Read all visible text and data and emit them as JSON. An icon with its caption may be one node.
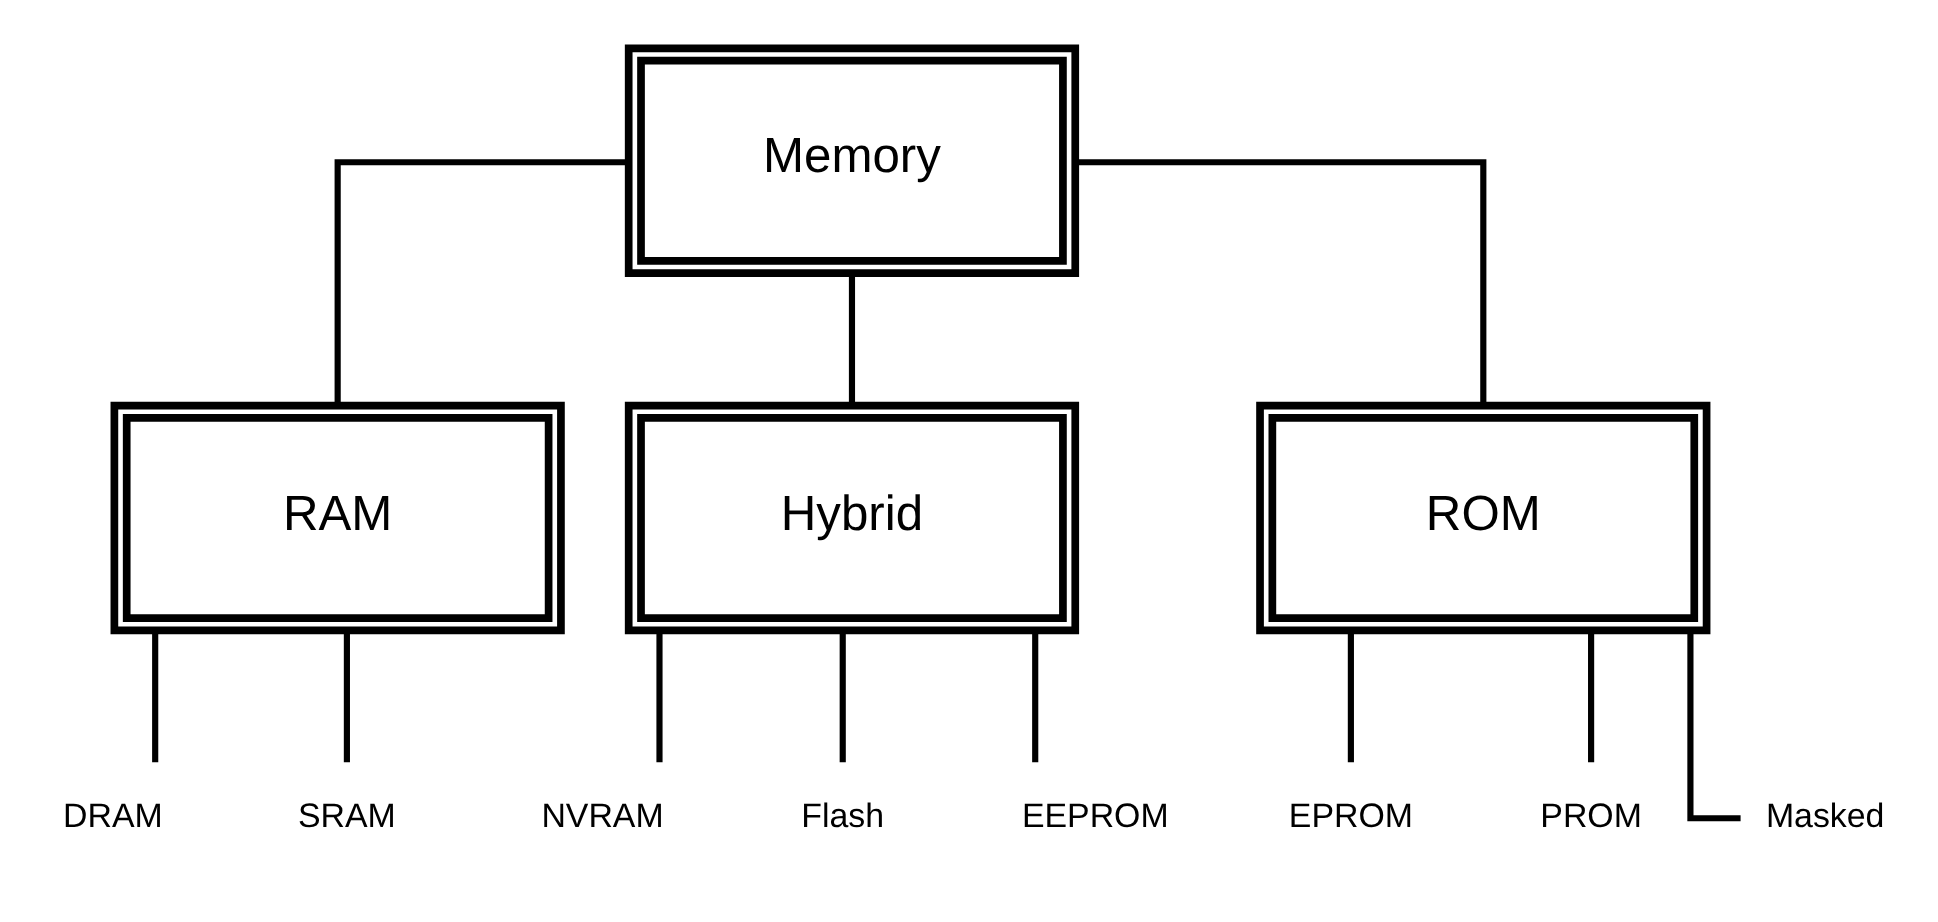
{
  "diagram": {
    "nodes": [
      {
        "text": [
          "Memory"
        ]
      },
      {
        "text": [
          "RAM"
        ]
      },
      {
        "text": [
          "Hybrid"
        ]
      },
      {
        "text": [
          "ROM"
        ]
      },
      {
        "text": [
          "DRAM"
        ]
      },
      {
        "text": [
          "SRAM"
        ]
      },
      {
        "text": [
          "NVRAM"
        ]
      },
      {
        "text": [
          "Flash"
        ]
      },
      {
        "text": [
          "EEPROM"
        ]
      },
      {
        "text": [
          "EPROM"
        ]
      },
      {
        "text": [
          "PROM"
        ]
      },
      {
        "text": [
          "Masked"
        ]
      }
    ],
    "edges": [
      {
        "from": 0,
        "to": 1,
        "arrow": "none"
      },
      {
        "from": 0,
        "to": 2,
        "arrow": "none"
      },
      {
        "from": 0,
        "to": 3,
        "arrow": "none"
      },
      {
        "from": 1,
        "to": 4,
        "arrow": "none"
      },
      {
        "from": 1,
        "to": 5,
        "arrow": "none"
      },
      {
        "from": 2,
        "to": 6,
        "arrow": "none"
      },
      {
        "from": 2,
        "to": 7,
        "arrow": "none"
      },
      {
        "from": 2,
        "to": 8,
        "arrow": "none"
      },
      {
        "from": 3,
        "to": 9,
        "arrow": "none"
      },
      {
        "from": 3,
        "to": 10,
        "arrow": "none"
      },
      {
        "from": 3,
        "to": 11,
        "arrow": "none"
      }
    ]
  }
}
